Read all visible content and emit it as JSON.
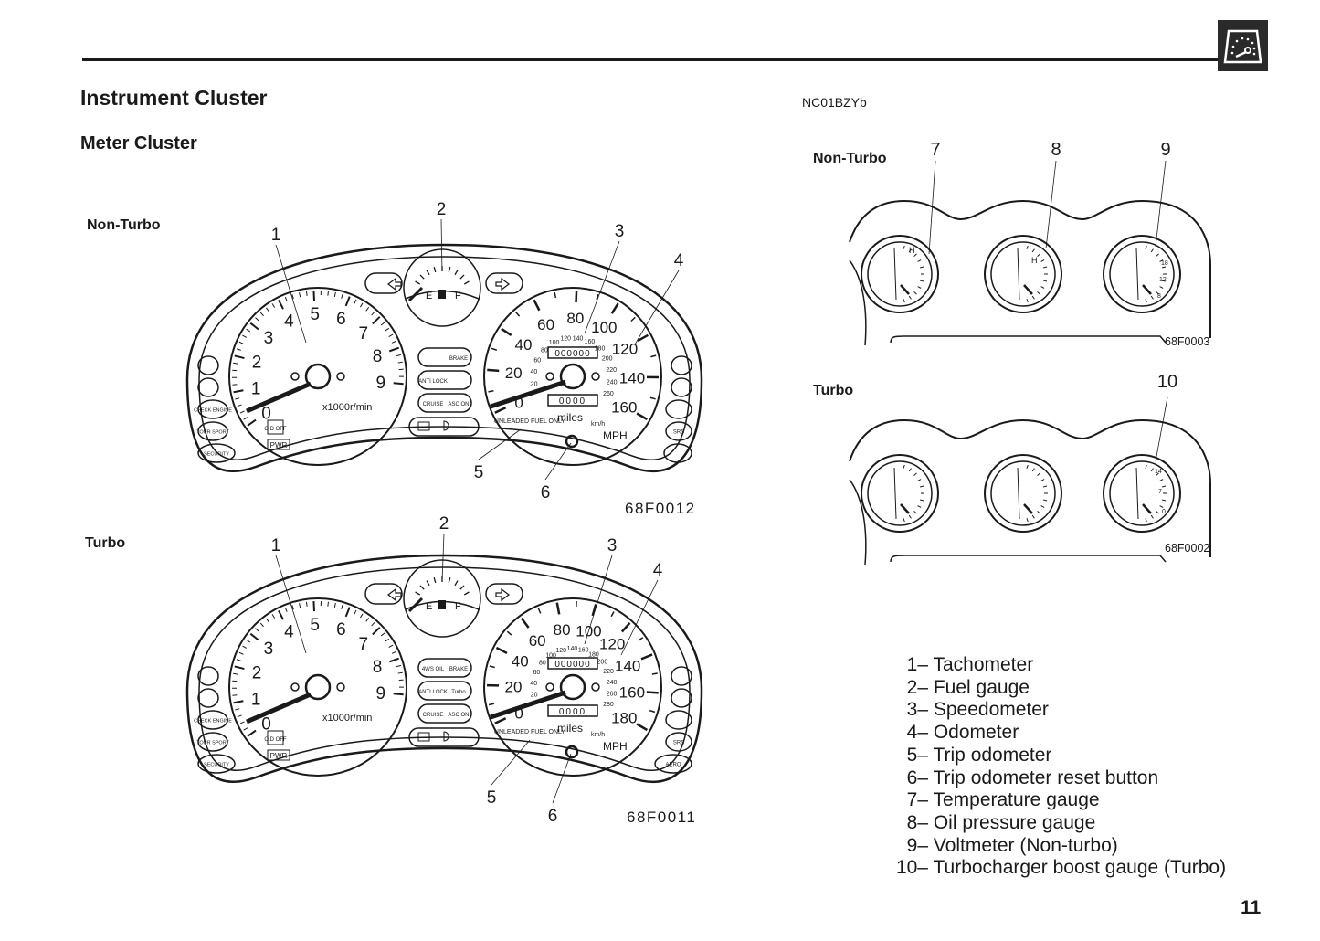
{
  "header": {
    "title": "Instrument Cluster",
    "subtitle": "Meter Cluster",
    "doc_code": "NC01BZYb",
    "section_icon": "speedometer-icon"
  },
  "left": {
    "nonturbo_label": "Non-Turbo",
    "turbo_label": "Turbo",
    "clusters": [
      {
        "id": "nonturbo",
        "figure_code": "68F0012",
        "callouts": [
          "1",
          "2",
          "3",
          "4",
          "5",
          "6"
        ],
        "center_lamps": [
          [
            "",
            "BRAKE"
          ],
          [
            "ANTI LOCK",
            ""
          ],
          [
            "CRUISE",
            "ASC ON"
          ]
        ],
        "left_lamps": [
          "",
          "",
          "CHECK ENGINE",
          "TOUR SPORT",
          "SECURITY"
        ],
        "right_lamps": [
          "",
          "",
          "",
          "SRS",
          ""
        ]
      },
      {
        "id": "turbo",
        "figure_code": "68F0011",
        "callouts": [
          "1",
          "2",
          "3",
          "4",
          "5",
          "6"
        ],
        "center_lamps": [
          [
            "4WS OIL",
            "BRAKE"
          ],
          [
            "ANTI LOCK",
            "Turbo"
          ],
          [
            "CRUISE",
            "ASC ON"
          ]
        ],
        "left_lamps": [
          "",
          "",
          "CHECK ENGINE",
          "TOUR SPORT",
          "SECURITY"
        ],
        "right_lamps": [
          "",
          "",
          "",
          "SRS",
          "AERO"
        ]
      }
    ],
    "gauge_text": {
      "tach_numbers": [
        "0",
        "1",
        "2",
        "3",
        "4",
        "5",
        "6",
        "7",
        "8",
        "9"
      ],
      "tach_unit": "x1000r/min",
      "od_off": "O.D OFF",
      "pwr": "PWR",
      "fuel_e": "E",
      "fuel_f": "F",
      "mph_numbers": [
        "0",
        "20",
        "40",
        "60",
        "80",
        "100",
        "120",
        "140",
        "160"
      ],
      "mph_numbers_turbo": [
        "0",
        "20",
        "40",
        "60",
        "80",
        "100",
        "120",
        "140",
        "160",
        "180"
      ],
      "kmh_numbers": [
        "20",
        "40",
        "60",
        "80",
        "100",
        "120",
        "140",
        "160",
        "180",
        "200",
        "220",
        "240",
        "260"
      ],
      "kmh_numbers_turbo": [
        "20",
        "40",
        "60",
        "80",
        "100",
        "120",
        "140",
        "160",
        "180",
        "200",
        "220",
        "240",
        "260",
        "280"
      ],
      "odometer": "000000",
      "trip": "0000",
      "fuel_note": "UNLEADED FUEL ONLY",
      "miles": "miles",
      "kmh": "km/h",
      "mph": "MPH"
    }
  },
  "right": {
    "nonturbo_label": "Non-Turbo",
    "turbo_label": "Turbo",
    "nonturbo": {
      "callouts": [
        "7",
        "8",
        "9"
      ],
      "figure_code": "68F0003",
      "temp": "H",
      "oil": "H",
      "volt": [
        "18",
        "12",
        "8"
      ]
    },
    "turbo": {
      "callouts": [
        "10"
      ],
      "figure_code": "68F0002",
      "boost": [
        "14",
        "7",
        "0"
      ]
    }
  },
  "legend": [
    {
      "num": "1–",
      "text": "Tachometer"
    },
    {
      "num": "2–",
      "text": "Fuel gauge"
    },
    {
      "num": "3–",
      "text": "Speedometer"
    },
    {
      "num": "4–",
      "text": "Odometer"
    },
    {
      "num": "5–",
      "text": "Trip odometer"
    },
    {
      "num": "6–",
      "text": "Trip odometer reset button"
    },
    {
      "num": "7–",
      "text": "Temperature gauge"
    },
    {
      "num": "8–",
      "text": "Oil pressure gauge"
    },
    {
      "num": "9–",
      "text": "Voltmeter (Non-turbo)"
    },
    {
      "num": "10–",
      "text": "Turbocharger boost gauge (Turbo)"
    }
  ],
  "page_number": "11"
}
